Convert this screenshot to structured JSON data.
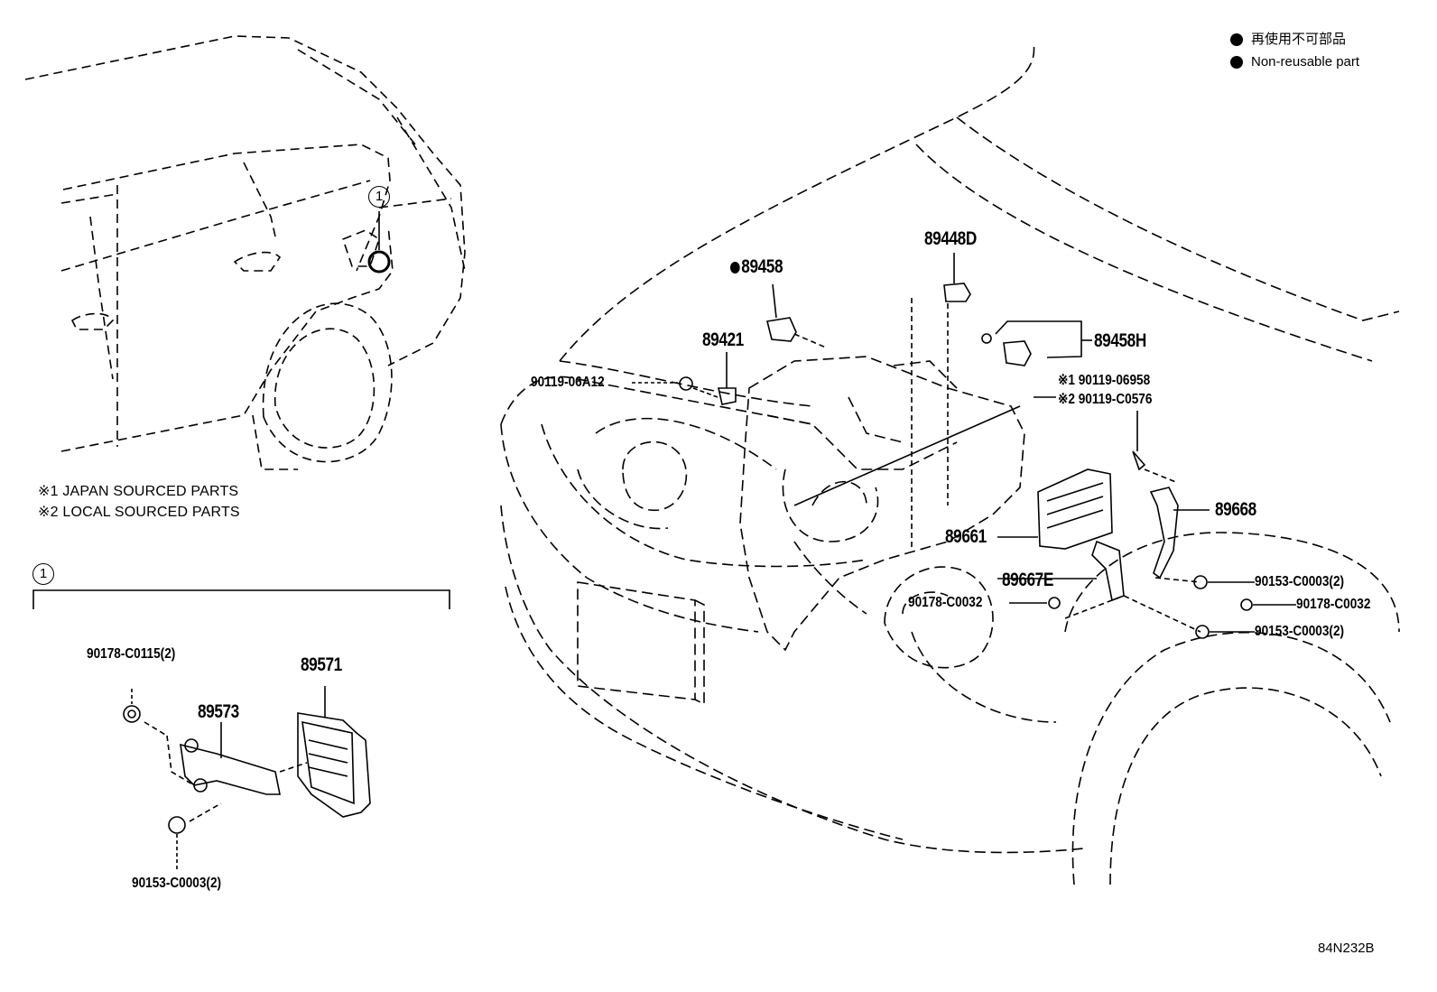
{
  "legend": {
    "reuse_jp": "再使用不可部品",
    "reuse_en": "Non-reusable part"
  },
  "notes": {
    "note1": "※1 JAPAN SOURCED PARTS",
    "note2": "※2 LOCAL SOURCED PARTS"
  },
  "callout": {
    "circle_label": "1"
  },
  "parts": {
    "p89448D": "89448D",
    "p89458": "89458",
    "p89421": "89421",
    "p89458H": "89458H",
    "p90119_06A12": "90119-06A12",
    "p90119_06958": "※1 90119-06958",
    "p90119_C0576": "※2 90119-C0576",
    "p89668": "89668",
    "p89661": "89661",
    "p89667E": "89667E",
    "p90178_C0032_a": "90178-C0032",
    "p90178_C0032_b": "90178-C0032",
    "p90153_C0003_a": "90153-C0003(2)",
    "p90153_C0003_b": "90153-C0003(2)",
    "p90178_C0115": "90178-C0115(2)",
    "p89571": "89571",
    "p89573": "89573",
    "p90153_C0003_c": "90153-C0003(2)"
  },
  "figure_ref": "84N232B"
}
